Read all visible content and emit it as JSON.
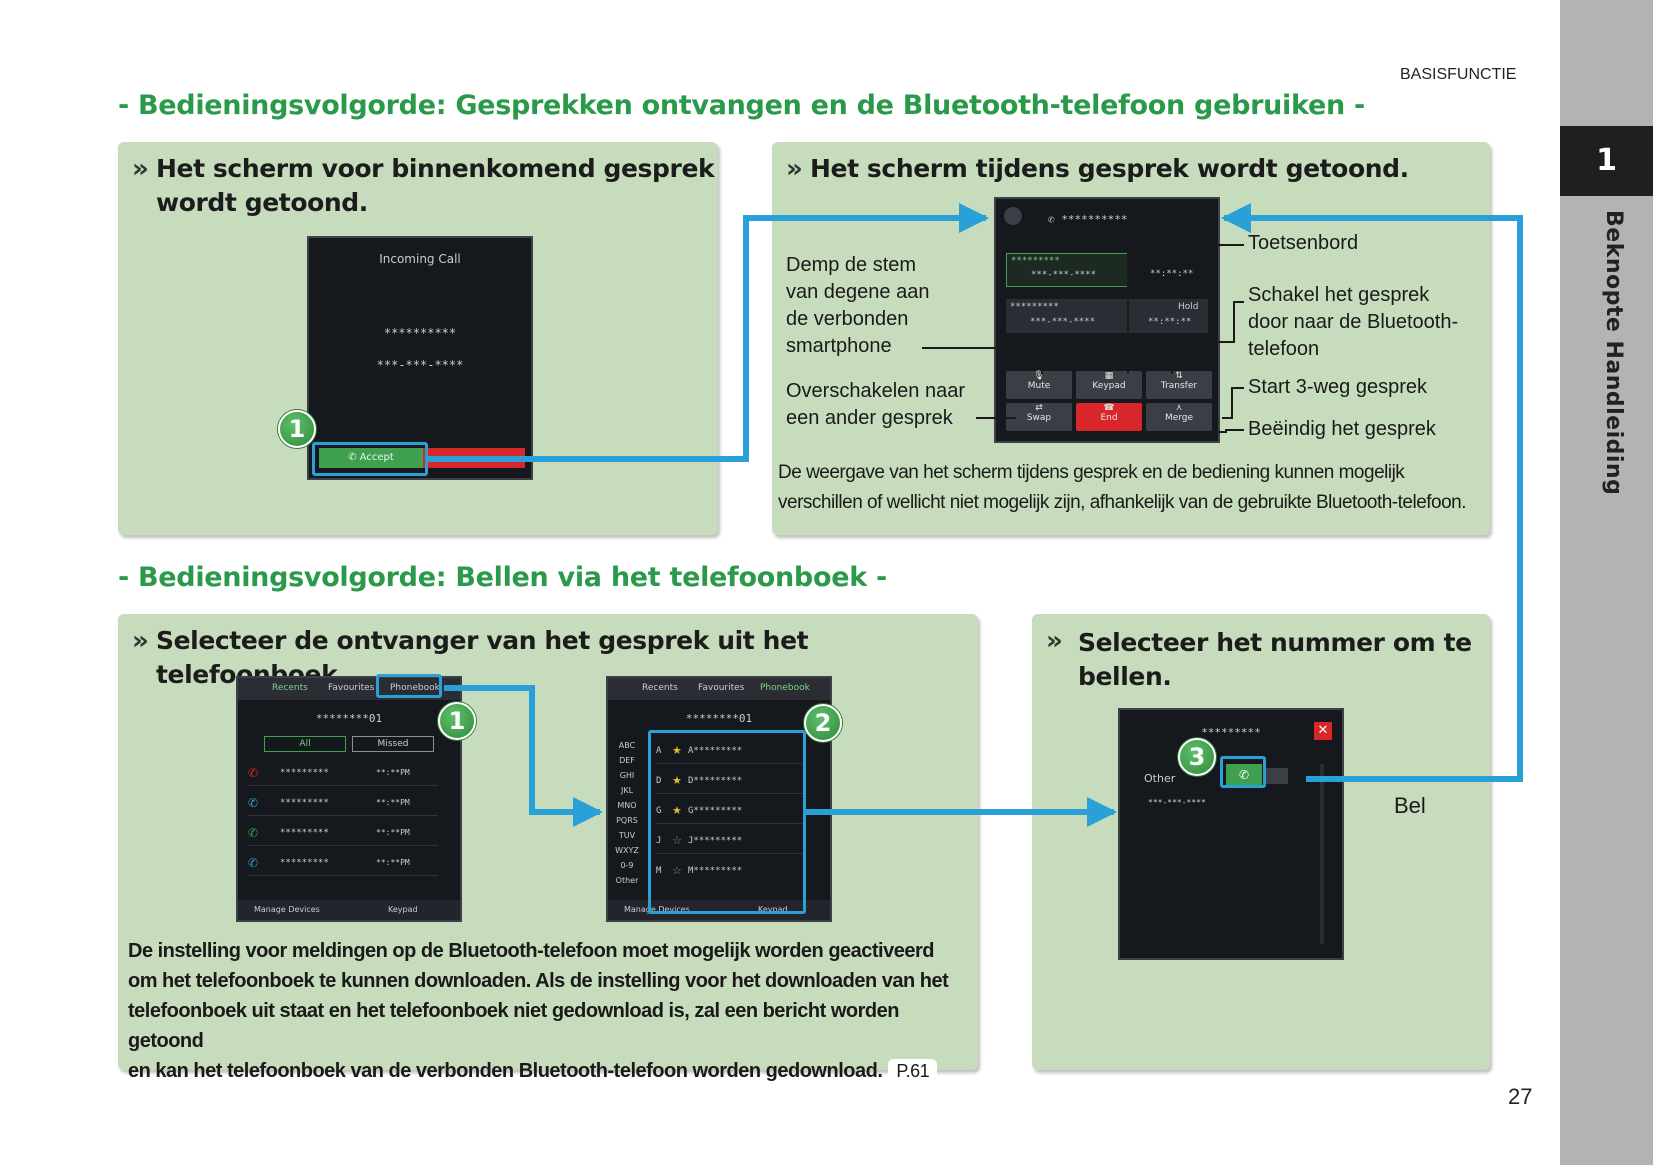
{
  "header": {
    "label": "BASISFUNCTIE"
  },
  "side_tab": {
    "chapter": "1",
    "title": "Beknopte Handleiding"
  },
  "page_number": "27",
  "section1": {
    "title": "- Bedieningsvolgorde: Gesprekken ontvangen en de Bluetooth-telefoon gebruiken -",
    "panel_left": {
      "heading_line1": "Het scherm voor binnenkomend gesprek",
      "heading_line2": "wordt getoond.",
      "screen": {
        "title": "Incoming Call",
        "name": "**********",
        "number": "***-***-****",
        "accept_label": "Accept"
      },
      "badge": "1"
    },
    "panel_right": {
      "heading": "Het scherm tijdens gesprek wordt getoond.",
      "screen": {
        "caller": "**********",
        "line1_name": "*********",
        "line1_number": "***-***-****",
        "line1_time": "**:**:**",
        "line2_name": "*********",
        "line2_status": "Hold",
        "line2_number": "***-***-****",
        "line2_time": "**:**:**",
        "btn_mute": "Mute",
        "btn_keypad": "Keypad",
        "btn_transfer": "Transfer",
        "btn_swap": "Swap",
        "btn_end": "End",
        "btn_merge": "Merge"
      },
      "callouts": {
        "mute": [
          "Demp de stem",
          "van degene aan",
          "de verbonden",
          "smartphone"
        ],
        "swap": [
          "Overschakelen naar",
          "een ander gesprek"
        ],
        "keypad": "Toetsenbord",
        "transfer": [
          "Schakel het gesprek",
          "door naar de Bluetooth-",
          "telefoon"
        ],
        "merge": "Start 3-weg gesprek",
        "end": "Beëindig het gesprek"
      },
      "note_line1": "De weergave van het scherm tijdens gesprek en de bediening kunnen mogelijk",
      "note_line2": "verschillen of wellicht niet mogelijk zijn, afhankelijk van de gebruikte Bluetooth-telefoon."
    }
  },
  "section2": {
    "title": "- Bedieningsvolgorde: Bellen via het telefoonboek -",
    "panel_left": {
      "heading": "Selecteer de ontvanger van het gesprek uit het telefoonboek.",
      "screen1": {
        "tabs": [
          "Recents",
          "Favourites",
          "Phonebook"
        ],
        "header": "********01",
        "filters": [
          "All",
          "Missed"
        ],
        "rows": [
          {
            "name": "*********",
            "time": "**:**PM"
          },
          {
            "name": "*********",
            "time": "**:**PM"
          },
          {
            "name": "*********",
            "time": "**:**PM"
          },
          {
            "name": "*********",
            "time": "**:**PM"
          }
        ],
        "footer_left": "Manage Devices",
        "footer_right": "Keypad"
      },
      "screen2": {
        "tabs": [
          "Recents",
          "Favourites",
          "Phonebook"
        ],
        "header": "********01",
        "index": [
          "ABC",
          "DEF",
          "GHI",
          "JKL",
          "MNO",
          "PQRS",
          "TUV",
          "WXYZ",
          "0-9",
          "Other"
        ],
        "rows": [
          {
            "letter": "A",
            "name": "A*********"
          },
          {
            "letter": "D",
            "name": "D*********"
          },
          {
            "letter": "G",
            "name": "G*********"
          },
          {
            "letter": "J",
            "name": "J*********"
          },
          {
            "letter": "M",
            "name": "M*********"
          }
        ],
        "footer_left": "Manage Devices",
        "footer_right": "Keypad"
      },
      "badge1": "1",
      "badge2": "2",
      "note_lines": [
        "De instelling voor meldingen op de Bluetooth-telefoon moet mogelijk worden geactiveerd",
        "om het telefoonboek te kunnen downloaden. Als de instelling voor het downloaden van het",
        "telefoonboek uit staat en het telefoonboek niet gedownload is, zal een bericht worden getoond",
        "en kan het telefoonboek van de verbonden Bluetooth-telefoon worden gedownload."
      ],
      "page_ref": "P.61"
    },
    "panel_right": {
      "heading_line1": "Selecteer het nummer om te",
      "heading_line2": "bellen.",
      "screen": {
        "header": "*********",
        "label_other": "Other",
        "number": "***-***-****"
      },
      "badge": "3",
      "callout_call": "Bel"
    }
  },
  "colors": {
    "section_title": "#2a9a4a",
    "panel_bg": "#c7dcbc",
    "arrow": "#2aa0d8",
    "badge": "#3d9b4a",
    "end_button": "#d9262a",
    "accept_button": "#3fa14f"
  }
}
